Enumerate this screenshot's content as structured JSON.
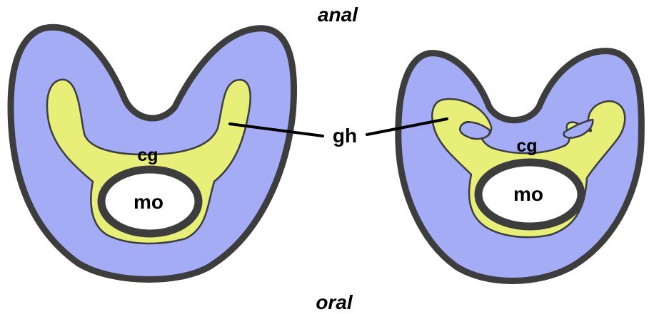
{
  "labels": {
    "top": "anal",
    "bottom": "oral",
    "ganglion_horn": "gh",
    "left_central_ganglion": "cg",
    "left_mouth": "mo",
    "right_central_ganglion": "cg",
    "right_mouth": "mo"
  },
  "colors": {
    "body_fill": "#a3acf5",
    "ganglion_fill": "#e8ef79",
    "outline": "#3d3d3d",
    "mouth_fill": "#ffffff"
  }
}
